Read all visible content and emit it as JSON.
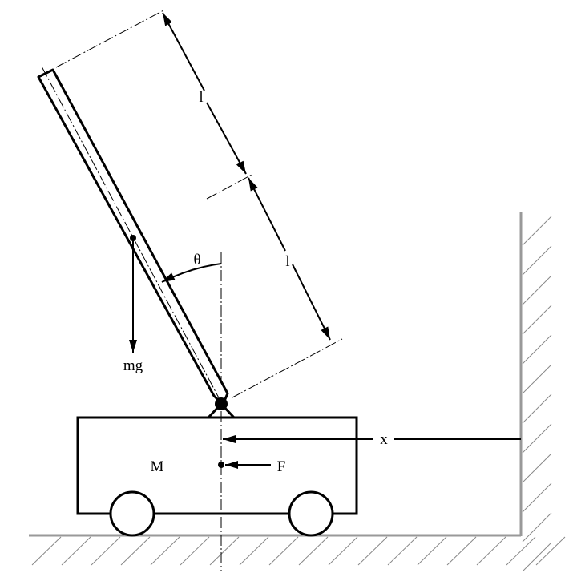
{
  "diagram": {
    "labels": {
      "length_upper": "l",
      "length_lower": "l",
      "angle": "θ",
      "gravity": "mg",
      "cart_mass": "M",
      "force": "F",
      "position": "x"
    },
    "colors": {
      "ink": "#000000",
      "ground": "#999999",
      "hatch": "#888888"
    }
  }
}
